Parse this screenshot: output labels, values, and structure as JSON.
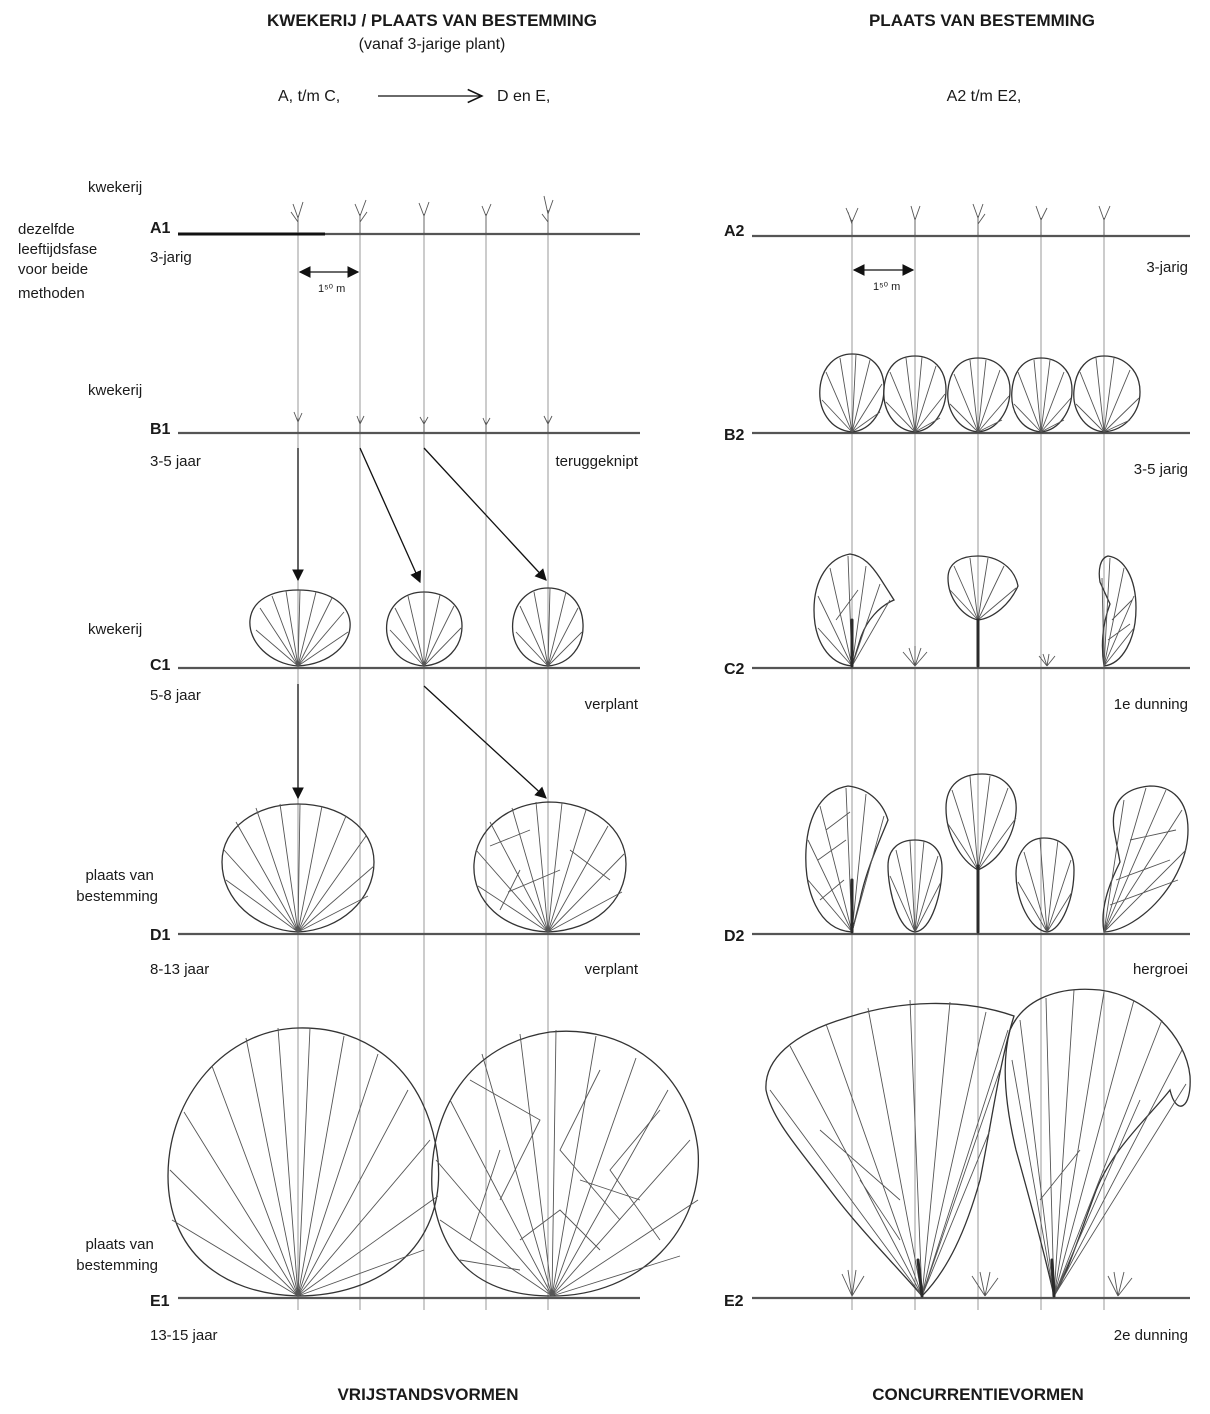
{
  "left_header": {
    "title": "KWEKERIJ / PLAATS VAN BESTEMMING",
    "subtitle": "(vanaf 3-jarige plant)",
    "flow_from": "A, t/m C,",
    "flow_to": "D en E,"
  },
  "right_header": {
    "title": "PLAATS VAN BESTEMMING",
    "flow": "A2 t/m E2,"
  },
  "left_side_notes": {
    "shared_phase": [
      "dezelfde",
      "leeftijdsfase",
      "voor beide",
      "methoden"
    ],
    "nursery_a": "kwekerij",
    "nursery_b": "kwekerij",
    "nursery_c": "kwekerij",
    "destination_d": [
      "plaats van",
      "bestemming"
    ],
    "destination_e": [
      "plaats van",
      "bestemming"
    ]
  },
  "spacing_label": "1⁵⁰ m",
  "left_rows": [
    {
      "id": "A1",
      "age": "3-jarig",
      "note": ""
    },
    {
      "id": "B1",
      "age": "3-5 jaar",
      "note": "teruggeknipt"
    },
    {
      "id": "C1",
      "age": "5-8 jaar",
      "note": "verplant"
    },
    {
      "id": "D1",
      "age": "8-13 jaar",
      "note": "verplant"
    },
    {
      "id": "E1",
      "age": "13-15 jaar",
      "note": ""
    }
  ],
  "right_rows": [
    {
      "id": "A2",
      "note": "3-jarig"
    },
    {
      "id": "B2",
      "note": "3-5 jarig"
    },
    {
      "id": "C2",
      "note": "1e dunning"
    },
    {
      "id": "D2",
      "note": "hergroei"
    },
    {
      "id": "E2",
      "note": "2e dunning"
    }
  ],
  "footer": {
    "left": "VRIJSTANDSVORMEN",
    "right": "CONCURRENTIEVORMEN"
  },
  "colors": {
    "ink": "#1a1a1a",
    "ground": "#555555",
    "guide": "#9a9a9a"
  }
}
